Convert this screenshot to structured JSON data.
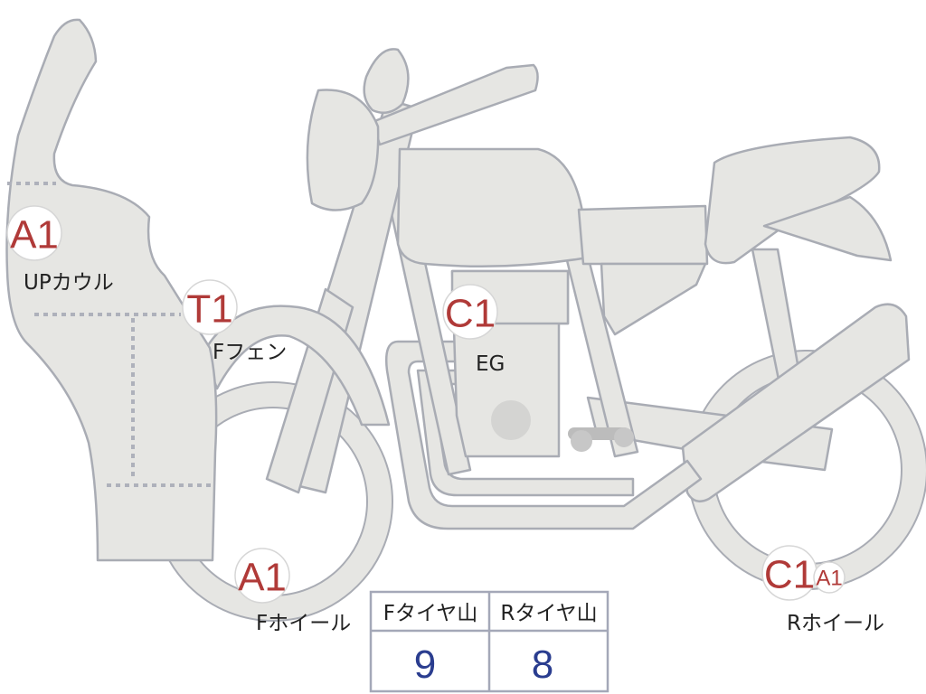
{
  "parts": [
    {
      "id": "upcowl",
      "grade": "A1",
      "label": "UPカウル"
    },
    {
      "id": "ffender",
      "grade": "T1",
      "label": "Fフェン"
    },
    {
      "id": "engine",
      "grade": "C1",
      "label": "EG"
    },
    {
      "id": "fwheel",
      "grade": "A1",
      "label": "Fホイール"
    },
    {
      "id": "rwheel",
      "grade": "C1",
      "grade2": "A1",
      "label": "Rホイール"
    }
  ],
  "tread_table": {
    "headers": [
      "Fタイヤ山",
      "Rタイヤ山"
    ],
    "values": [
      "9",
      "8"
    ]
  },
  "colors": {
    "part_fill": "#e6e6e3",
    "part_outline": "#a9acb4",
    "grade_text": "#b03a38",
    "value_text": "#2a3d8f"
  }
}
